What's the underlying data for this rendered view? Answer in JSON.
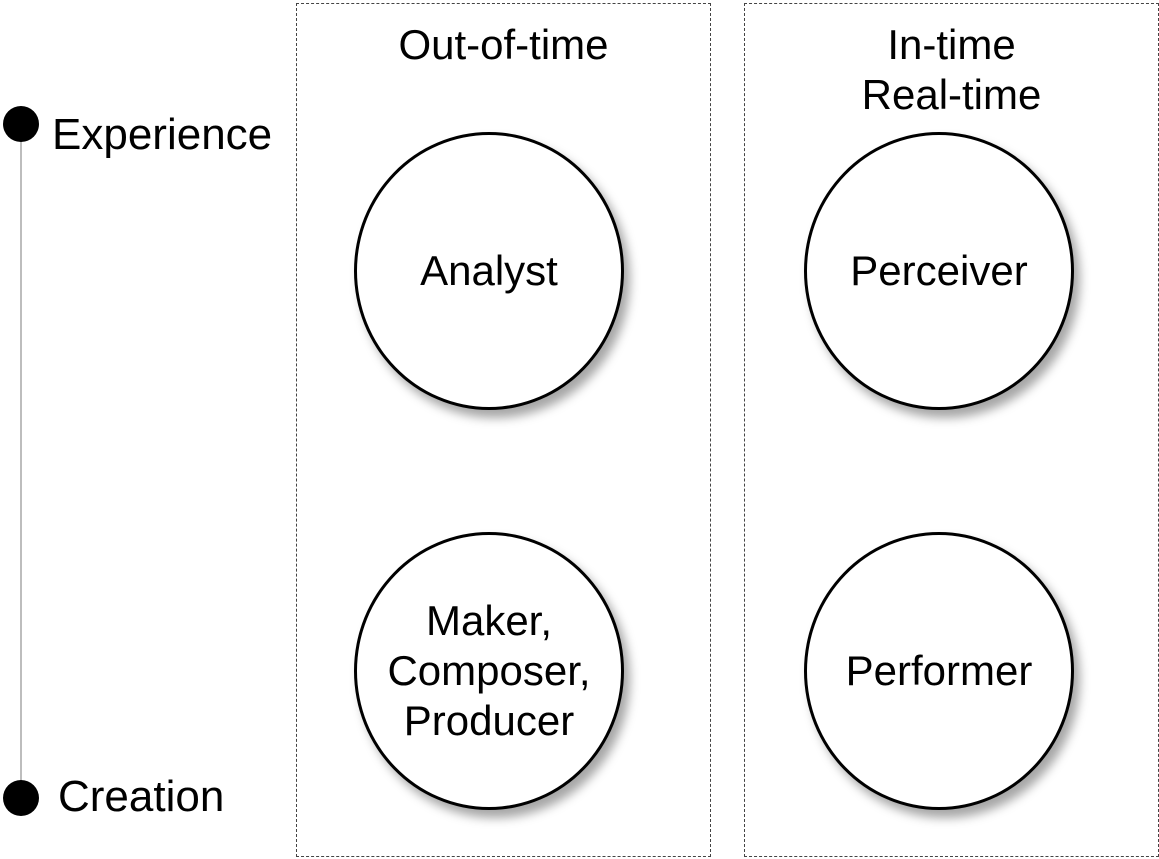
{
  "axis": {
    "top_label": "Experience",
    "bottom_label": "Creation"
  },
  "panels": {
    "left_title": "Out-of-time",
    "right_title": "In-time\nReal-time"
  },
  "roles": {
    "analyst": "Analyst",
    "perceiver": "Perceiver",
    "maker": "Maker,\nComposer,\nProducer",
    "performer": "Performer"
  }
}
